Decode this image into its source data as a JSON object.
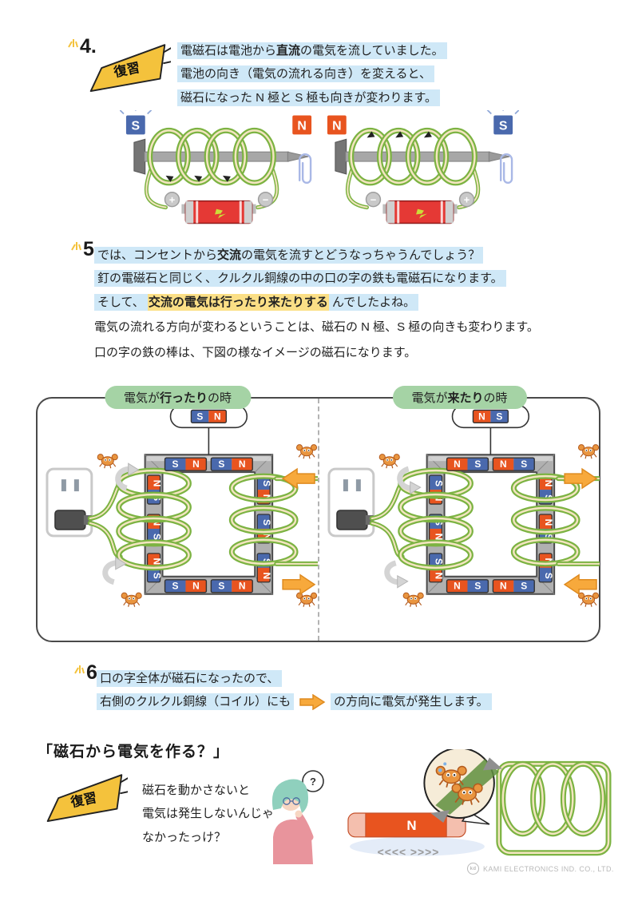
{
  "colors": {
    "pole_n": "#e8541f",
    "pole_s": "#4a69ad",
    "coil_green": "#7cb342",
    "coil_cream": "#f3e5c0",
    "highlight_blue": "#cfe8f7",
    "highlight_yellow": "#fbdf86",
    "pill_green": "#a5d3a5",
    "badge_yellow": "#f4c23c",
    "arrow_orange": "#f7a93c",
    "battery_red": "#e53935",
    "frame_grey": "#b0b0b0"
  },
  "section4": {
    "num": "4.",
    "badge": "復習",
    "l1_pre": "電磁石は電池から",
    "l1_bold": "直流",
    "l1_post": "の電気を流していました。",
    "l2": "電池の向き（電気の流れる向き）を変えると、",
    "l3": "磁石になった N 極と S 極も向きが変わります。"
  },
  "nail_diagrams": [
    {
      "left_pole": "S",
      "right_pole": "N",
      "left_terminal": "+",
      "right_terminal": "−",
      "coil_arrow": "down",
      "sparkle": "left"
    },
    {
      "left_pole": "N",
      "right_pole": "S",
      "left_terminal": "−",
      "right_terminal": "+",
      "coil_arrow": "up",
      "sparkle": "right"
    }
  ],
  "section5": {
    "num": "5.",
    "l1_pre": "では、コンセントから",
    "l1_bold": "交流",
    "l1_post": "の電気を流すとどうなっちゃうんでしょう？",
    "l2": "釘の電磁石と同じく、クルクル銅線の中の口の字の鉄も電磁石になります。",
    "l3_pre": "そして、",
    "l3_mark": "交流の電気は行ったり来たりする",
    "l3_post": "んでしたよね。"
  },
  "para": {
    "l1": "電気の流れる方向が変わるということは、磁石の N 極、S 極の向きも変わります。",
    "l2": "口の字の鉄の棒は、下図の様なイメージの磁石になります。"
  },
  "figure": {
    "panels": [
      {
        "title_pre": "電気が",
        "title_bold": "行ったり",
        "title_post": "の時",
        "callout": [
          "S",
          "N"
        ],
        "top_chips": [
          [
            "S",
            "N"
          ],
          [
            "S",
            "N"
          ]
        ],
        "bottom_chips": [
          [
            "S",
            "N"
          ],
          [
            "S",
            "N"
          ]
        ],
        "left_leg": [
          [
            "N",
            "S"
          ],
          [
            "N",
            "S"
          ],
          [
            "N",
            "S"
          ]
        ],
        "right_leg": [
          [
            "S",
            "N"
          ],
          [
            "S",
            "N"
          ],
          [
            "S",
            "N"
          ]
        ],
        "mid_arrow": "left",
        "bottom_arrow": "right",
        "swirl": "up"
      },
      {
        "title_pre": "電気が",
        "title_bold": "来たり",
        "title_post": "の時",
        "callout": [
          "N",
          "S"
        ],
        "top_chips": [
          [
            "N",
            "S"
          ],
          [
            "N",
            "S"
          ]
        ],
        "bottom_chips": [
          [
            "N",
            "S"
          ],
          [
            "N",
            "S"
          ]
        ],
        "left_leg": [
          [
            "S",
            "N"
          ],
          [
            "S",
            "N"
          ],
          [
            "S",
            "N"
          ]
        ],
        "right_leg": [
          [
            "N",
            "S"
          ],
          [
            "N",
            "S"
          ],
          [
            "N",
            "S"
          ]
        ],
        "mid_arrow": "right",
        "bottom_arrow": "left",
        "swirl": "down"
      }
    ]
  },
  "section6": {
    "num": "6.",
    "l1": "口の字全体が磁石になったので、",
    "l2_pre": "右側のクルクル銅線（コイル）にも",
    "l2_post": "の方向に電気が発生します。"
  },
  "bottom": {
    "heading": "「磁石から電気を作る？」",
    "badge": "復習",
    "lines": [
      "磁石を動かさないと",
      "電気は発生しないんじゃ",
      "なかったっけ？"
    ],
    "question": "?",
    "magnet_label": "N",
    "motion": "<<<< >>>>"
  },
  "footer": {
    "logo": "kd",
    "company": "KAMI ELECTRONICS IND. CO., LTD."
  }
}
